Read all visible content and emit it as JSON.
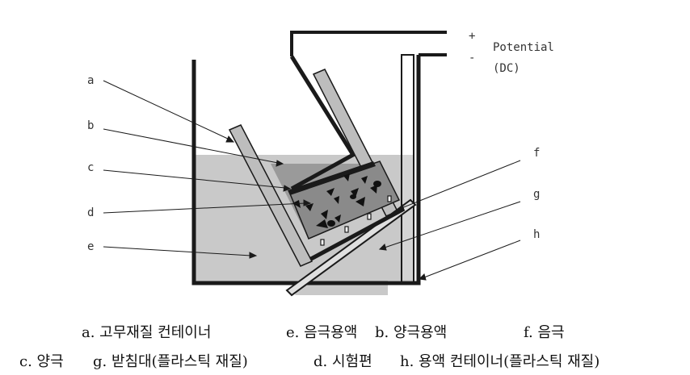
{
  "power": {
    "plus": "+",
    "minus": "-",
    "label_line1": "Potential",
    "label_line2": "(DC)"
  },
  "labels": {
    "a": "a",
    "b": "b",
    "c": "c",
    "d": "d",
    "e": "e",
    "f": "f",
    "g": "g",
    "h": "h"
  },
  "legend": {
    "row1": [
      {
        "text": "a. 고무재질 컨테이너"
      },
      {
        "text": "e. 음극용액"
      },
      {
        "text": "b. 양극용액"
      },
      {
        "text": "f. 음극"
      }
    ],
    "row2": [
      {
        "text": "c. 양극"
      },
      {
        "text": "g. 받침대(플라스틱 재질)"
      },
      {
        "text": "d. 시험편"
      },
      {
        "text": "h. 용액 컨테이너(플라스틱 재질)"
      }
    ]
  },
  "colors": {
    "line": "#1a1a1a",
    "solution": "#c9c9c9",
    "anolyte": "#9a9a9a",
    "electrode": "#bdbdbd"
  }
}
